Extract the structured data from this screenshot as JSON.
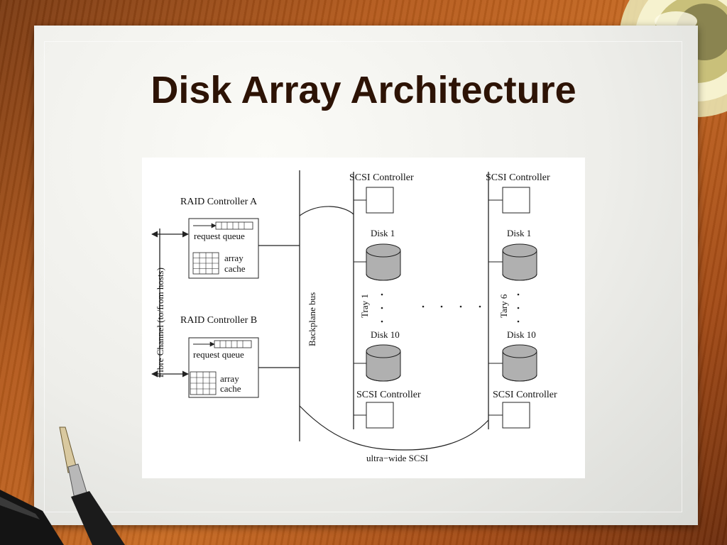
{
  "slide": {
    "title": "Disk Array Architecture"
  },
  "diagram": {
    "host_link_label": "Fibre Channel (to/from hosts)",
    "raid_controllers": [
      {
        "label": "RAID Controller A",
        "queue_label": "request queue",
        "cache_label_1": "array",
        "cache_label_2": "cache"
      },
      {
        "label": "RAID Controller B",
        "queue_label": "request queue",
        "cache_label_1": "array",
        "cache_label_2": "cache"
      }
    ],
    "backplane_label": "Backplane bus",
    "bottom_bus_label": "ultra−wide SCSI",
    "trays": [
      {
        "label": "Tray 1",
        "top_controller": "SCSI Controller",
        "first_disk": "Disk 1",
        "last_disk": "Disk 10",
        "bottom_controller": "SCSI Controller"
      },
      {
        "label": "Tary 6",
        "top_controller": "SCSI Controller",
        "first_disk": "Disk 1",
        "last_disk": "Disk 10",
        "bottom_controller": "SCSI Controller"
      }
    ],
    "colors": {
      "disk_fill": "#b0b0b0",
      "line": "#222222"
    }
  }
}
